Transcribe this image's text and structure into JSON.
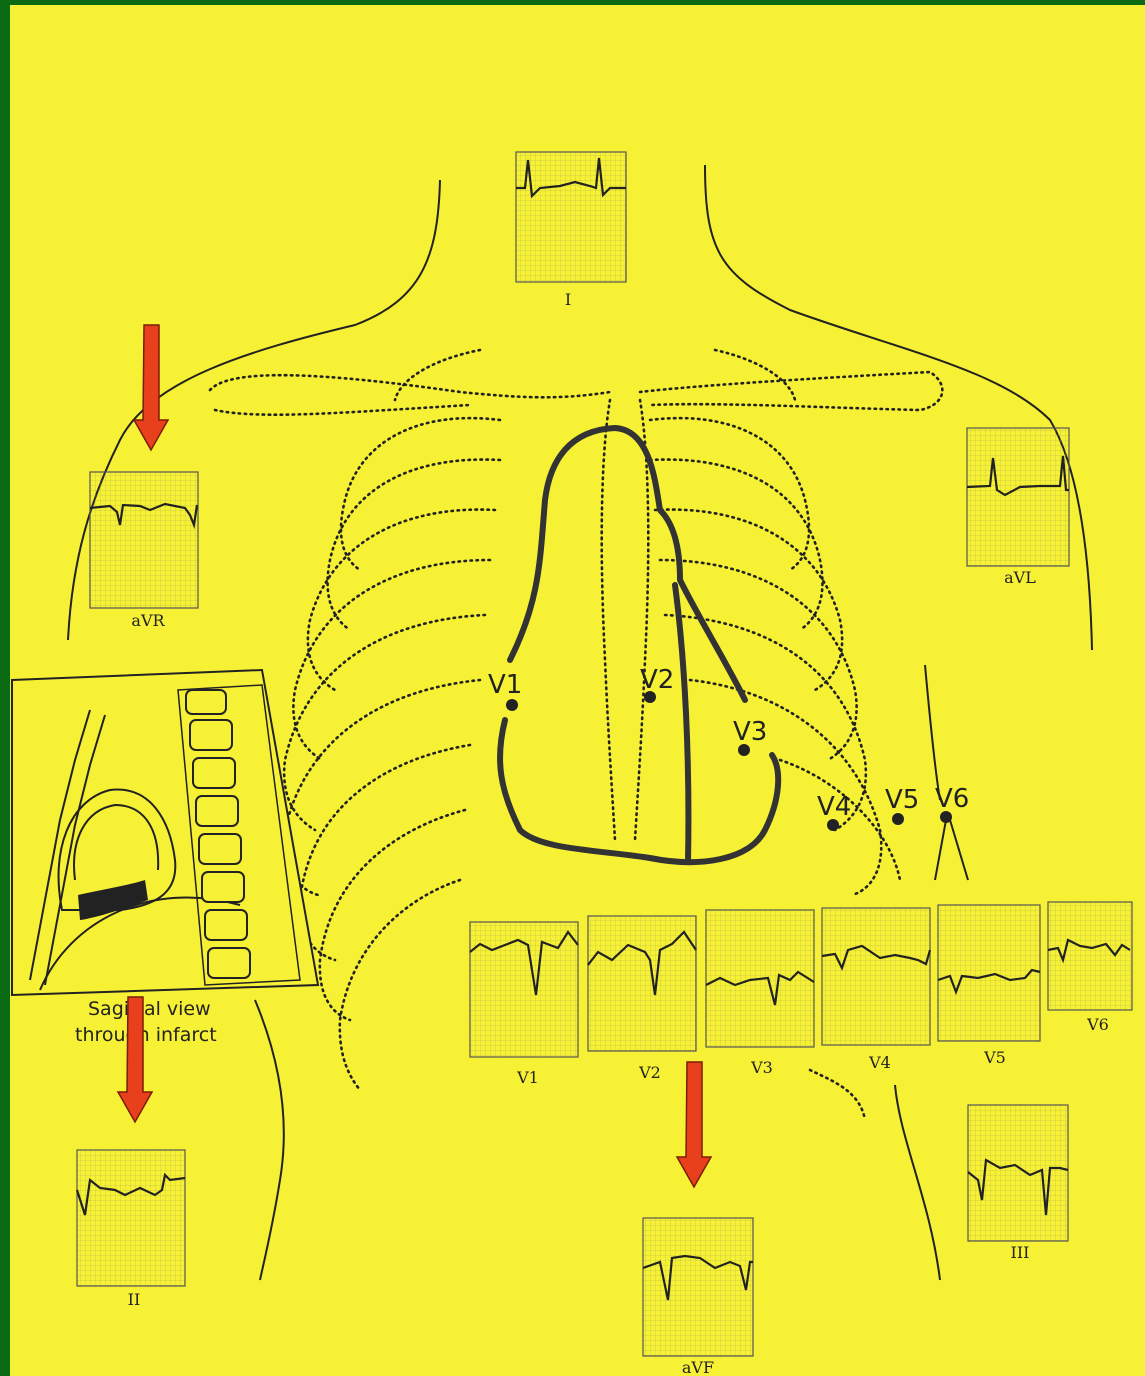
{
  "colors": {
    "background": "#0b6b12",
    "paper": "#f7f136",
    "ink": "#222222",
    "arrow": "#e8401c",
    "arrow_outline": "#7a1d08",
    "infarct": "#222222"
  },
  "limb_leads": [
    {
      "key": "I",
      "label": "I"
    },
    {
      "key": "aVR",
      "label": "aVR"
    },
    {
      "key": "aVL",
      "label": "aVL"
    },
    {
      "key": "II",
      "label": "II"
    },
    {
      "key": "aVF",
      "label": "aVF"
    },
    {
      "key": "III",
      "label": "III"
    }
  ],
  "precordial_leads": [
    {
      "key": "V1",
      "label": "V1"
    },
    {
      "key": "V2",
      "label": "V2"
    },
    {
      "key": "V3",
      "label": "V3"
    },
    {
      "key": "V4",
      "label": "V4"
    },
    {
      "key": "V5",
      "label": "V5"
    },
    {
      "key": "V6",
      "label": "V6"
    }
  ],
  "electrodes": [
    "V1",
    "V2",
    "V3",
    "V4",
    "V5",
    "V6"
  ],
  "inset": {
    "caption_line1": "Sagittal view",
    "caption_line2": "through infarct"
  },
  "arrows": [
    {
      "points_to": "aVR"
    },
    {
      "points_to": "II"
    },
    {
      "points_to": "aVF"
    }
  ]
}
